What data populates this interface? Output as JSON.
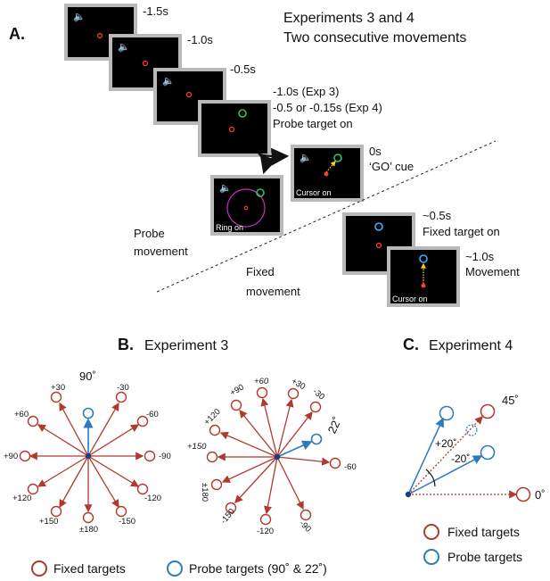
{
  "panel_a": {
    "letter": "A.",
    "title_line1": "Experiments 3 and 4",
    "title_line2": "Two consecutive movements",
    "frames": [
      {
        "label": "-1.5s"
      },
      {
        "label": "-1.0s"
      },
      {
        "label": "-0.5s"
      },
      {
        "label_lines": [
          "-1.0s (Exp 3)",
          "-0.5 or -0.15s (Exp 4)",
          "Probe target on"
        ]
      },
      {
        "label_lines": [
          "0s",
          "‘GO’ cue"
        ],
        "caption": "Cursor on"
      },
      {
        "caption": "Ring on"
      },
      {
        "label_lines": [
          "~0.5s",
          "Fixed target on"
        ]
      },
      {
        "label_lines": [
          "~1.0s",
          "Movement"
        ],
        "caption": "Cursor on"
      }
    ],
    "probe_movement_lines": [
      "Probe",
      "movement"
    ],
    "fixed_movement_lines": [
      "Fixed",
      "movement"
    ]
  },
  "panel_b": {
    "letter": "B.",
    "title": "Experiment 3",
    "left_labels": [
      "+30",
      "-30",
      "+60",
      "-60",
      "+90",
      "-90",
      "+120",
      "-120",
      "+150",
      "-150",
      "±180"
    ],
    "left_probe": "90˚",
    "right_labels": [
      "+60",
      "+90",
      "+30",
      "+120",
      "-30",
      "+150",
      "-60",
      "±180",
      "-90",
      "-120",
      "-150"
    ],
    "right_probe": "22˚"
  },
  "panel_c": {
    "letter": "C.",
    "title": "Experiment 4",
    "label_45": "45˚",
    "label_0": "0˚",
    "label_plus20": "+20˚",
    "label_minus20": "-20˚"
  },
  "legend": {
    "fixed_targets": "Fixed targets",
    "probe_targets_b": "Probe targets  (90˚ & 22˚)",
    "probe_targets_c": "Probe targets"
  },
  "colors": {
    "fixed": "#b03a2e",
    "probe": "#2a7bbf",
    "start_dot": "#1d3f7a",
    "cursor_green": "#22c55e",
    "cursor_yellow": "#f5d020",
    "ring": "#c52fbf",
    "screen": "#000000",
    "screen_border": "#b9b9b9"
  }
}
